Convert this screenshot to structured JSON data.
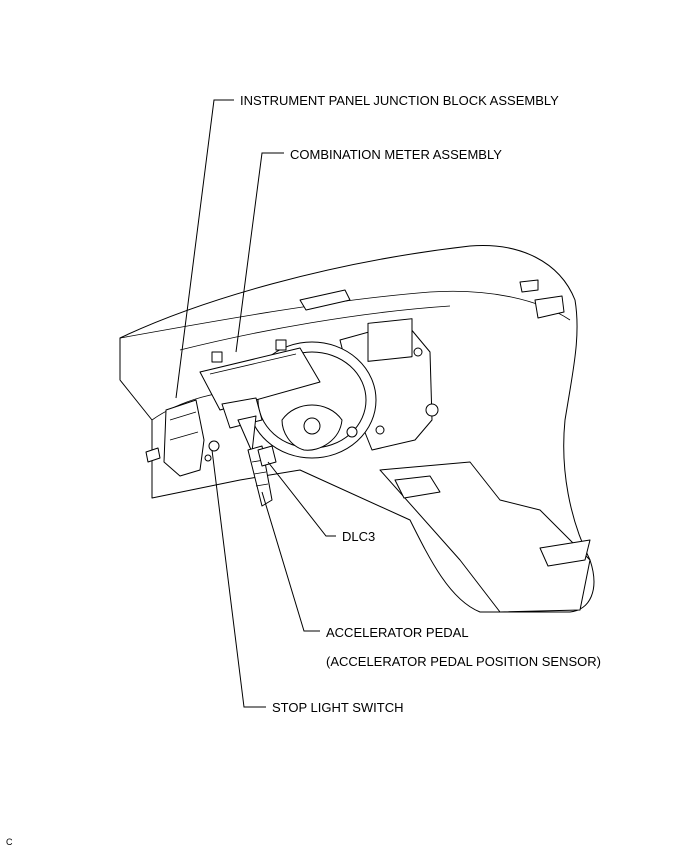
{
  "labels": {
    "instrument_panel_junction_block": "INSTRUMENT PANEL JUNCTION BLOCK ASSEMBLY",
    "combination_meter": "COMBINATION METER ASSEMBLY",
    "dlc3": "DLC3",
    "accelerator_pedal": "ACCELERATOR PEDAL",
    "accelerator_pedal_sensor": "(ACCELERATOR PEDAL POSITION SENSOR)",
    "stop_light_switch": "STOP LIGHT SWITCH"
  },
  "figure_code": "C"
}
